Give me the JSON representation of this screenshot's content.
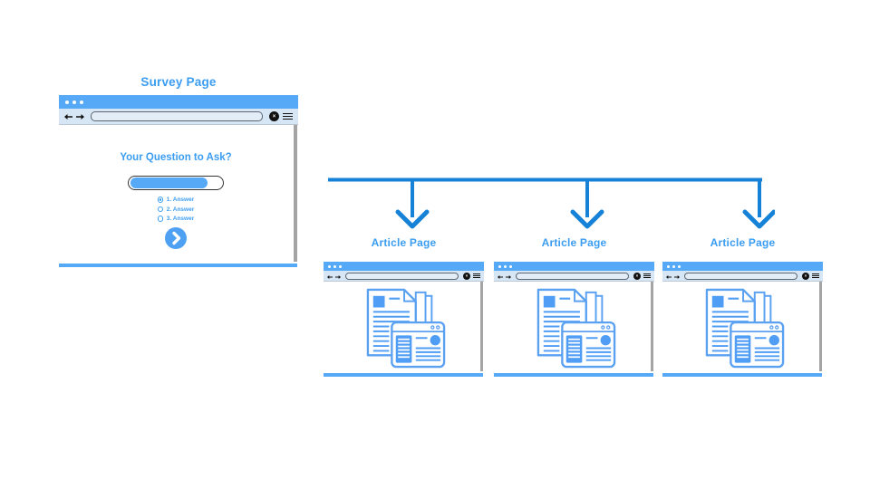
{
  "diagram": {
    "survey": {
      "title": "Survey Page",
      "question": "Your Question to Ask?",
      "progress_percent": 85,
      "answers": [
        {
          "label": "1. Answer",
          "selected": true
        },
        {
          "label": "2. Answer",
          "selected": false
        },
        {
          "label": "3. Answer",
          "selected": false
        }
      ]
    },
    "articles": [
      {
        "title": "Article Page"
      },
      {
        "title": "Article Page"
      },
      {
        "title": "Article Page"
      }
    ],
    "icons": {
      "profile_glyph": "×"
    },
    "colors": {
      "window_bar_blue": "#56a9f7",
      "toolbar_bg": "#d6e6f4",
      "label_blue": "#3b9df1",
      "arrow_blue": "#1582d7",
      "illustration_blue": "#4f9df5",
      "icon_black": "#111111",
      "edge_gray": "#a4a4a4"
    }
  }
}
